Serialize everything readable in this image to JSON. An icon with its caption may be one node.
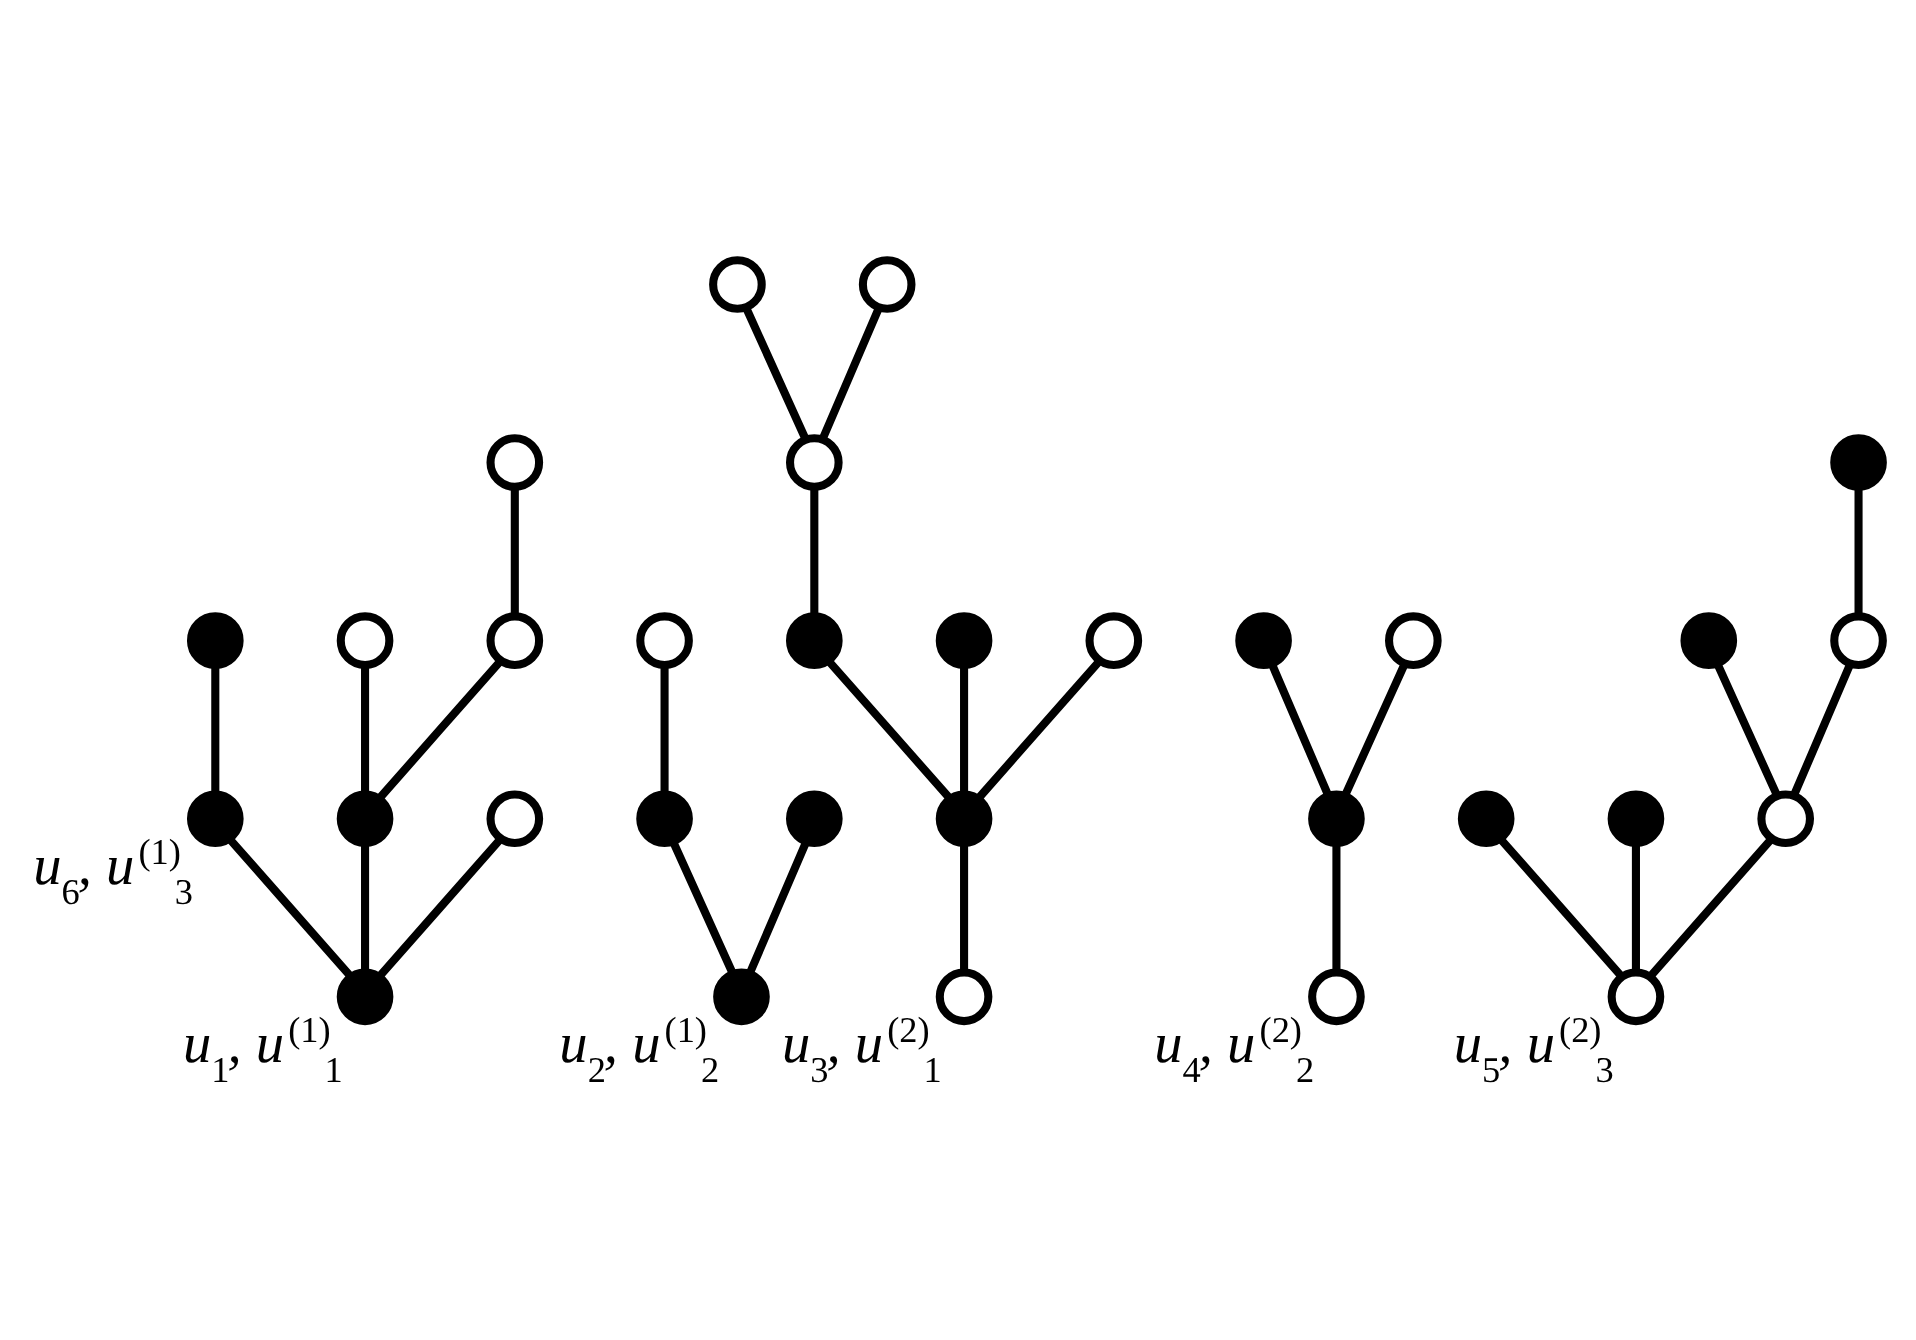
{
  "diagram": {
    "nodes": [
      {
        "text": [],
        "shape": "dot",
        "beside": [
          "u$_{1}$, u$^{(1)}$$_{1}$"
        ]
      },
      {
        "text": [],
        "shape": "dot",
        "beside": [
          "u$_{6}$, u$^{(1)}$$_{3}$"
        ]
      },
      {
        "text": [],
        "shape": "dot"
      },
      {
        "text": [],
        "shape": "circle"
      },
      {
        "text": [],
        "shape": "dot"
      },
      {
        "text": [],
        "shape": "circle"
      },
      {
        "text": [],
        "shape": "circle"
      },
      {
        "text": [],
        "shape": "circle"
      },
      {
        "text": [],
        "shape": "dot",
        "beside": [
          "u$_{2}$, u$^{(1)}$$_{2}$"
        ]
      },
      {
        "text": [],
        "shape": "dot"
      },
      {
        "text": [],
        "shape": "dot"
      },
      {
        "text": [],
        "shape": "circle"
      },
      {
        "text": [],
        "shape": "circle",
        "beside": [
          "u$_{3}$, u$^{(2)}$$_{1}$"
        ]
      },
      {
        "text": [],
        "shape": "dot"
      },
      {
        "text": [],
        "shape": "dot"
      },
      {
        "text": [],
        "shape": "dot"
      },
      {
        "text": [],
        "shape": "circle"
      },
      {
        "text": [],
        "shape": "circle"
      },
      {
        "text": [],
        "shape": "circle"
      },
      {
        "text": [],
        "shape": "circle"
      },
      {
        "text": [],
        "shape": "circle",
        "beside": [
          "u$_{4}$, u$^{(2)}$$_{2}$"
        ]
      },
      {
        "text": [],
        "shape": "dot"
      },
      {
        "text": [],
        "shape": "dot"
      },
      {
        "text": [],
        "shape": "circle"
      },
      {
        "text": [],
        "shape": "circle",
        "beside": [
          "u$_{5}$, u$^{(2)}$$_{3}$"
        ]
      },
      {
        "text": [],
        "shape": "dot"
      },
      {
        "text": [],
        "shape": "dot"
      },
      {
        "text": [],
        "shape": "circle"
      },
      {
        "text": [],
        "shape": "dot"
      },
      {
        "text": [],
        "shape": "circle"
      },
      {
        "text": [],
        "shape": "dot"
      }
    ],
    "edges": [
      {
        "from": 0,
        "to": 1,
        "arrow": "none"
      },
      {
        "from": 0,
        "to": 2,
        "arrow": "none"
      },
      {
        "from": 0,
        "to": 3,
        "arrow": "none"
      },
      {
        "from": 1,
        "to": 4,
        "arrow": "none"
      },
      {
        "from": 2,
        "to": 5,
        "arrow": "none"
      },
      {
        "from": 2,
        "to": 6,
        "arrow": "none"
      },
      {
        "from": 6,
        "to": 7,
        "arrow": "none"
      },
      {
        "from": 8,
        "to": 9,
        "arrow": "none"
      },
      {
        "from": 8,
        "to": 10,
        "arrow": "none"
      },
      {
        "from": 9,
        "to": 11,
        "arrow": "none"
      },
      {
        "from": 12,
        "to": 13,
        "arrow": "none"
      },
      {
        "from": 13,
        "to": 14,
        "arrow": "none"
      },
      {
        "from": 13,
        "to": 15,
        "arrow": "none"
      },
      {
        "from": 13,
        "to": 16,
        "arrow": "none"
      },
      {
        "from": 14,
        "to": 17,
        "arrow": "none"
      },
      {
        "from": 17,
        "to": 18,
        "arrow": "none"
      },
      {
        "from": 17,
        "to": 19,
        "arrow": "none"
      },
      {
        "from": 20,
        "to": 21,
        "arrow": "none"
      },
      {
        "from": 21,
        "to": 22,
        "arrow": "none"
      },
      {
        "from": 21,
        "to": 23,
        "arrow": "none"
      },
      {
        "from": 24,
        "to": 25,
        "arrow": "none"
      },
      {
        "from": 24,
        "to": 26,
        "arrow": "none"
      },
      {
        "from": 24,
        "to": 27,
        "arrow": "none"
      },
      {
        "from": 27,
        "to": 28,
        "arrow": "none"
      },
      {
        "from": 27,
        "to": 29,
        "arrow": "none"
      },
      {
        "from": 29,
        "to": 30,
        "arrow": "none"
      }
    ]
  }
}
